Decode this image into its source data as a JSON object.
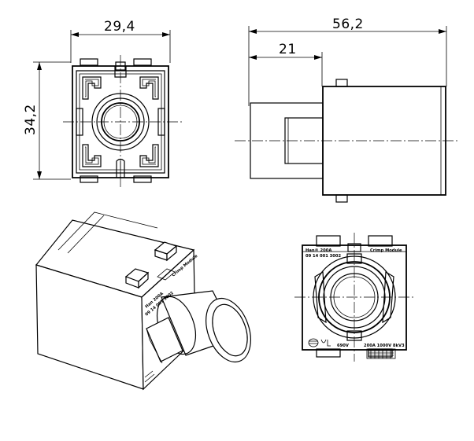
{
  "dimensions": {
    "front_width": "29,4",
    "front_height": "34,2",
    "side_total_length": "56,2",
    "side_body_length": "21"
  },
  "labels": {
    "brand_line": "Han® 200A",
    "part_number": "09 14 001 3002",
    "crimp": "Crimp Module",
    "voltage": "690V",
    "rating": "200A 1000V 8kV3",
    "iso_front": "Han 200A",
    "iso_part": "09 14 001 3002",
    "iso_crimp": "Crimp Module"
  }
}
